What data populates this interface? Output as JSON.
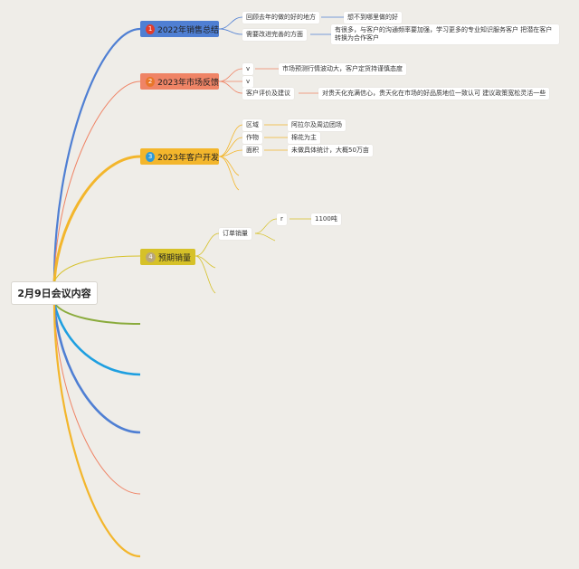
{
  "root": {
    "label": "2月9日会议内容"
  },
  "colors": {
    "blue": "#4f7fd3",
    "salmon": "#ef8466",
    "orange": "#f3b62c",
    "yellow": "#d6c128",
    "green": "#8aab3c",
    "cyan": "#1e9fe0",
    "background": "#efede8"
  },
  "topics": [
    {
      "num": "1",
      "label": "2022年销售总结",
      "children": [
        {
          "label": "回顾去年的做的好的地方",
          "children": [
            {
              "label": "想不到哪里做的好"
            }
          ]
        },
        {
          "label": "需要改进完善的方面",
          "children": [
            {
              "label": "有很多，与客户的沟通频率要加强，学习更多的专业知识服务客户 把潜在客户转换为合作客户"
            }
          ]
        }
      ]
    },
    {
      "num": "2",
      "label": "2023年市场反馈",
      "children": [
        {
          "label": "v",
          "children": [
            {
              "label": "市场预测行情波动大，客户定货持谨慎态度"
            }
          ]
        },
        {
          "label": "v",
          "children": []
        },
        {
          "label": "客户评价及建议",
          "children": [
            {
              "label": "对贵天化充满信心，贵天化在市场的好品质地位一致认可 建议政策宽松灵活一些"
            }
          ]
        }
      ]
    },
    {
      "num": "3",
      "label": "2023年客户开发",
      "children": [
        {
          "label": "区域",
          "children": [
            {
              "label": "阿拉尔及周边团场"
            }
          ]
        },
        {
          "label": "作物",
          "children": [
            {
              "label": "棉花为主"
            }
          ]
        },
        {
          "label": "面积",
          "children": [
            {
              "label": "未做具体统计，大概50万亩"
            }
          ]
        }
      ]
    },
    {
      "num": "4",
      "label": "预期销量",
      "children": [
        {
          "label": "订单销量",
          "children": [
            {
              "label": "r",
              "children": [
                {
                  "label": "1100吨"
                }
              ]
            }
          ]
        }
      ]
    }
  ]
}
